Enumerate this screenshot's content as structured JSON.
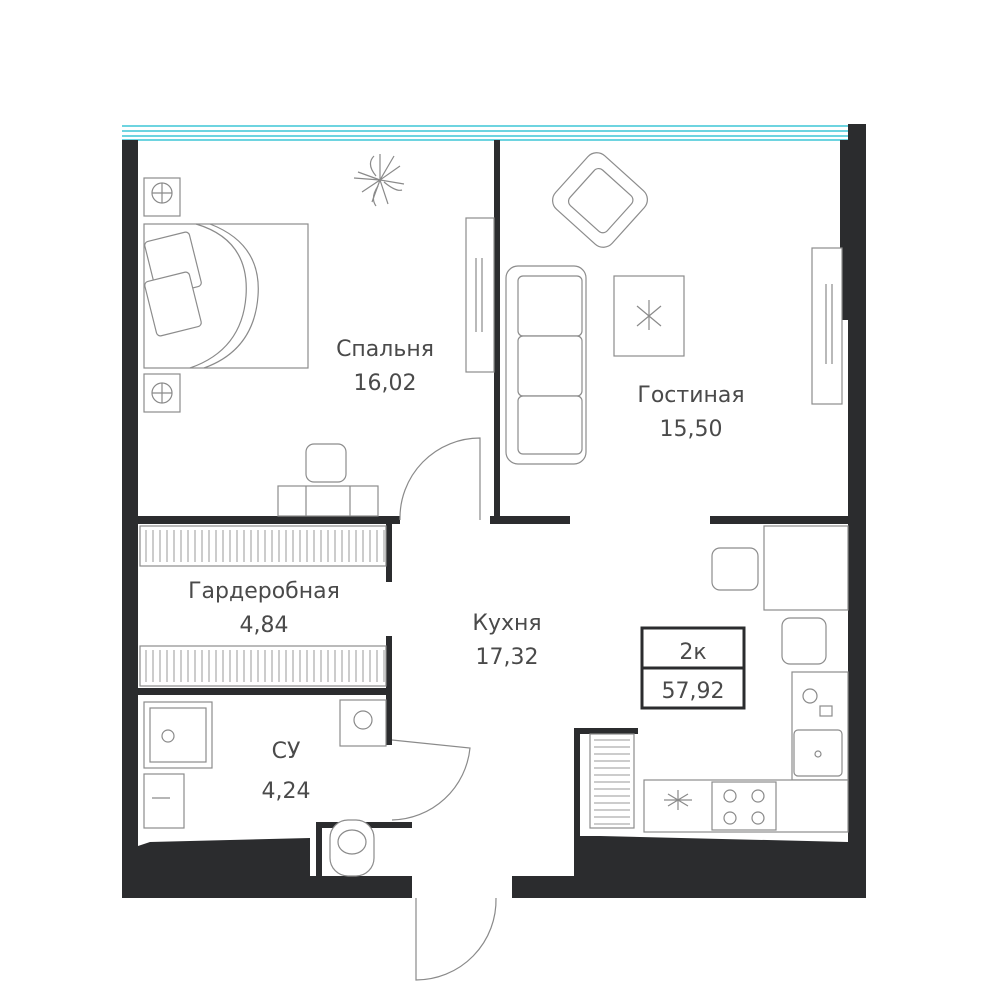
{
  "rooms": {
    "bedroom": {
      "name": "Спальня",
      "area": "16,02"
    },
    "living": {
      "name": "Гостиная",
      "area": "15,50"
    },
    "wardrobe": {
      "name": "Гардеробная",
      "area": "4,84"
    },
    "kitchen": {
      "name": "Кухня",
      "area": "17,32"
    },
    "bathroom": {
      "name": "СУ",
      "area": "4,24"
    }
  },
  "summary": {
    "type": "2к",
    "total_area": "57,92"
  },
  "colors": {
    "wall": "#2b2c2e",
    "window": "#3fc6d6",
    "furniture": "#8c8c8c"
  }
}
